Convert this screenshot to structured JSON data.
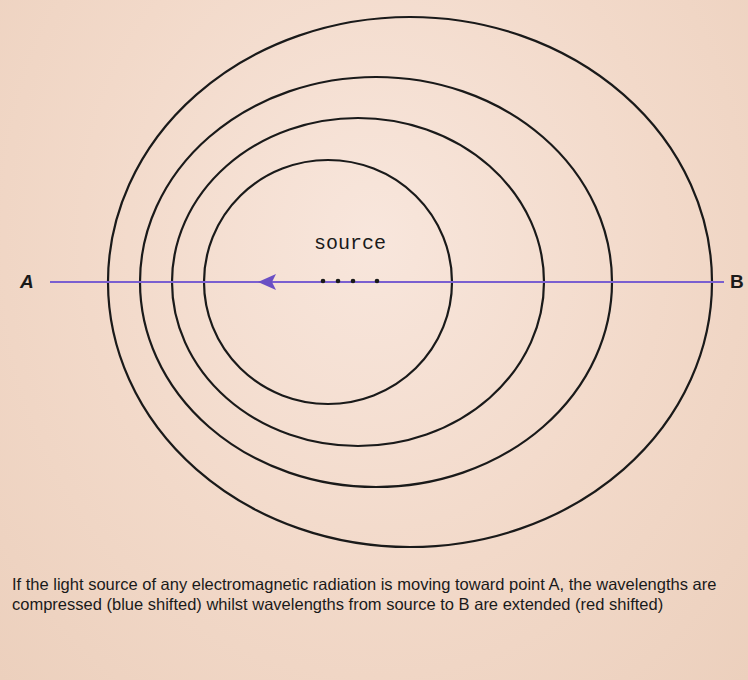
{
  "diagram": {
    "caption": "If the light source of any electromagnetic radiation is moving toward point A, the wavelengths are compressed (blue shifted) whilst wavelengths from source to B are extended (red shifted)",
    "labels": [
      "source",
      "A",
      "B"
    ]
  }
}
